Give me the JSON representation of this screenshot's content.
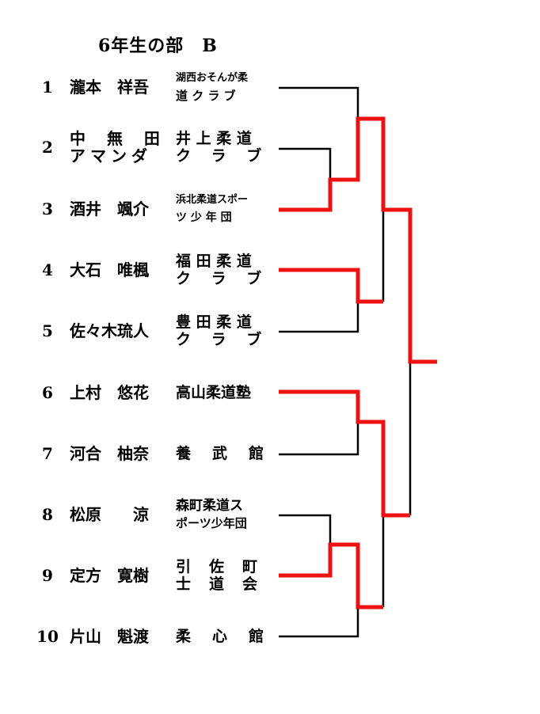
{
  "title": "6年生の部　B",
  "entries": [
    {
      "num": "1",
      "name": "瀧本　祥吾",
      "club": [
        "湖西おそんが柔",
        "道 ク ラ ブ"
      ]
    },
    {
      "num": "2",
      "name": "中 無 田",
      "name2": "アマンダ",
      "club": [
        "井 上 柔 道",
        "ク 　ラ 　ブ"
      ]
    },
    {
      "num": "3",
      "name": "酒井　颯介",
      "club": [
        "浜北柔道スポー",
        "ツ 少 年 団"
      ]
    },
    {
      "num": "4",
      "name": "大石　唯楓",
      "club": [
        "福 田 柔 道",
        "ク 　ラ 　ブ"
      ]
    },
    {
      "num": "5",
      "name": "佐々木琉人",
      "club": [
        "豊 田 柔 道",
        "ク 　ラ 　ブ"
      ]
    },
    {
      "num": "6",
      "name": "上村　悠花",
      "club": [
        "高山柔道塾"
      ]
    },
    {
      "num": "7",
      "name": "河合　柚奈",
      "club": [
        "養　武　館"
      ]
    },
    {
      "num": "8",
      "name": "松原　　涼",
      "club": [
        "森町柔道ス",
        "ポーツ少年団"
      ]
    },
    {
      "num": "9",
      "name": "定方　寛樹",
      "club": [
        "引　佐　町",
        "士　道　会"
      ]
    },
    {
      "num": "10",
      "name": "片山　魁渡",
      "club": [
        "柔　心　館"
      ]
    }
  ]
}
